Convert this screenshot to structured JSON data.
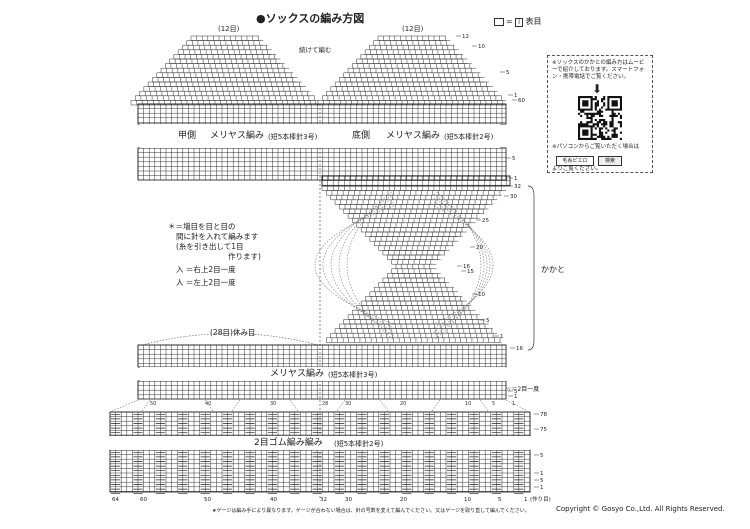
{
  "title": "●ソックスの編み方図",
  "legend": {
    "text": "= ",
    "box_label": "l",
    "suffix": "表目"
  },
  "top_labels": {
    "left_count": "(12目)",
    "right_count": "(12目)",
    "join_note": "続けて編む"
  },
  "band_upper": {
    "left_part": "甲側",
    "left_stitch": "メリヤス編み",
    "left_needle": "(短5本棒針3号)",
    "right_part": "底側",
    "right_stitch": "メリヤス編み",
    "right_needle": "(短5本棒針2号)"
  },
  "note": {
    "line1": "＊＝増目を目と目の",
    "line2": "間に針を入れて編みます",
    "line3": "(糸を引き出して1目",
    "line4": "作ります)",
    "k2tog_r": "入 ＝右上2目一度",
    "k2tog_l": "人 ＝左上2目一度"
  },
  "heel_label": "かかと",
  "rest_label": "(28目)休み目",
  "band_middle": {
    "stitch": "メリヤス編み",
    "needle": "(短5本棒針3号)"
  },
  "band_rib": {
    "stitch": "2目ゴム編み編み",
    "needle": "(短5本棒針2号)"
  },
  "dec_note": "☆＝2目一度",
  "right_row_numbers": [
    {
      "label": "12"
    },
    {
      "label": "10"
    },
    {
      "label": "5"
    },
    {
      "label": "1"
    },
    {
      "label": "60"
    },
    {
      "label": "5"
    },
    {
      "label": "1"
    },
    {
      "label": "32"
    },
    {
      "label": "30"
    },
    {
      "label": "25"
    },
    {
      "label": "20"
    },
    {
      "label": "16"
    },
    {
      "label": "15"
    },
    {
      "label": "10"
    },
    {
      "label": "5"
    },
    {
      "label": "1"
    },
    {
      "label": "16"
    },
    {
      "label": "5"
    },
    {
      "label": "1"
    },
    {
      "label": "78"
    },
    {
      "label": "75"
    },
    {
      "label": "5"
    },
    {
      "label": "1"
    },
    {
      "label": "5"
    },
    {
      "label": "1"
    }
  ],
  "bottom_axis": [
    "64",
    "60",
    "50",
    "40",
    "32",
    "30",
    "20",
    "10",
    "5",
    "1"
  ],
  "bottom_axis_suffix": "(作り目)",
  "stitch_markers": [
    "50",
    "40",
    "30",
    "28",
    "30",
    "20",
    "10",
    "5",
    "1"
  ],
  "qr_panel": {
    "line1": "※ソックスのかかとの編み方はムービーで紹介しております。スマートフォン・携帯電話でご覧ください。",
    "line2": "※パソコンからご覧いただく場合は",
    "search_text": "毛糸ピエロ",
    "search_button": "検索",
    "line3": "よりご覧ください。"
  },
  "copyright": "Copyright © Gosyo Co.,Ltd. All Rights Reserved.",
  "footnote": "★ゲージは編み手により異なります。ゲージが合わない場合は、針の号数を変えて編んでください。又はゲージを取り直して編んでください。"
}
